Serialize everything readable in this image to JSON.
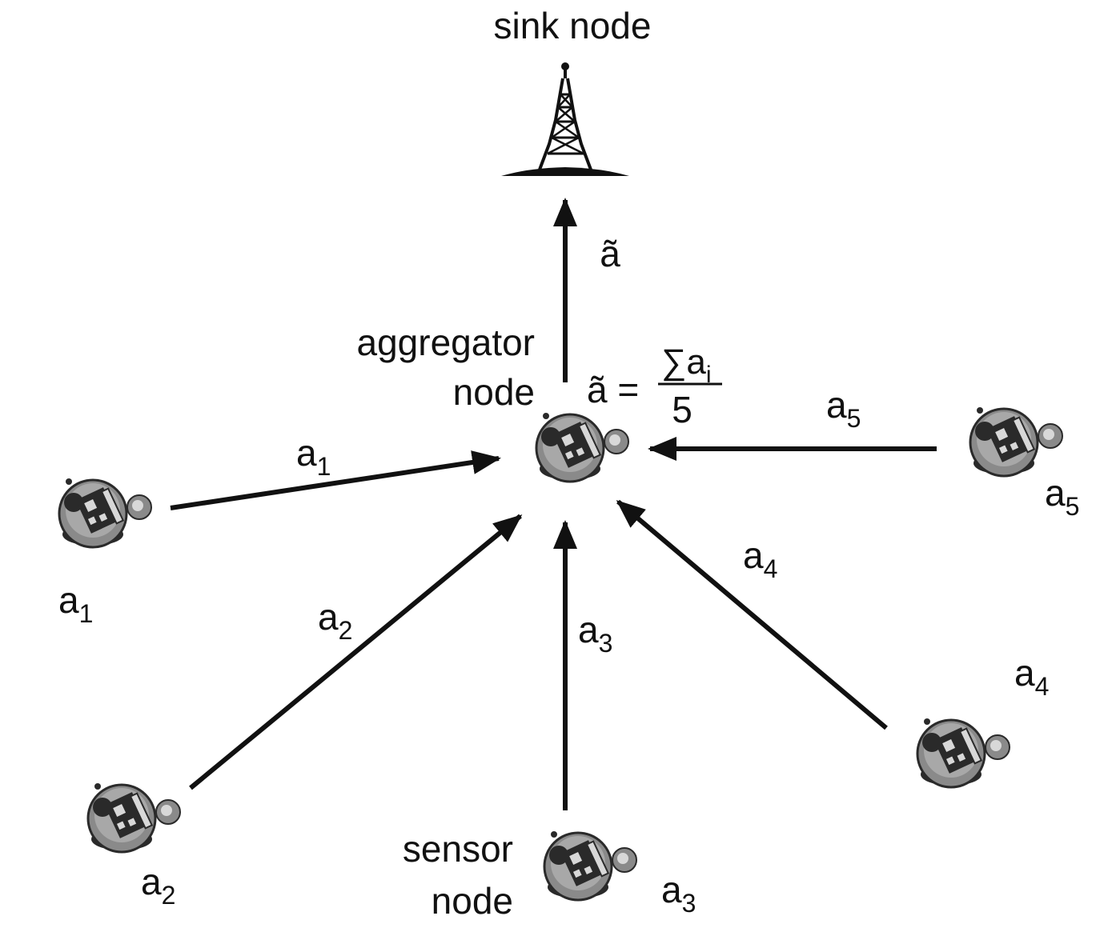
{
  "sink": {
    "label": "sink node"
  },
  "aggregator": {
    "label_line1": "aggregator",
    "label_line2": "node",
    "formula": {
      "lhs": "ã =",
      "numerator": "∑a",
      "numerator_subscript": "i",
      "denominator": "5"
    },
    "uplink_label": "ã"
  },
  "sensor_caption": {
    "line1": "sensor",
    "line2": "node"
  },
  "sensors": [
    {
      "id": "1",
      "base": "a",
      "sub": "1",
      "arrow_base": "a",
      "arrow_sub": "1"
    },
    {
      "id": "2",
      "base": "a",
      "sub": "2",
      "arrow_base": "a",
      "arrow_sub": "2"
    },
    {
      "id": "3",
      "base": "a",
      "sub": "3",
      "arrow_base": "a",
      "arrow_sub": "3"
    },
    {
      "id": "4",
      "base": "a",
      "sub": "4",
      "arrow_base": "a",
      "arrow_sub": "4"
    },
    {
      "id": "5",
      "base": "a",
      "sub": "5",
      "arrow_base": "a",
      "arrow_sub": "5"
    }
  ],
  "colors": {
    "ink": "#111111",
    "mote_body": "#8a8a8a",
    "mote_dark": "#2a2a2a",
    "mote_light": "#d8d8d8"
  },
  "icons": {
    "sink": "radio-tower-icon",
    "node": "sensor-mote-icon"
  }
}
